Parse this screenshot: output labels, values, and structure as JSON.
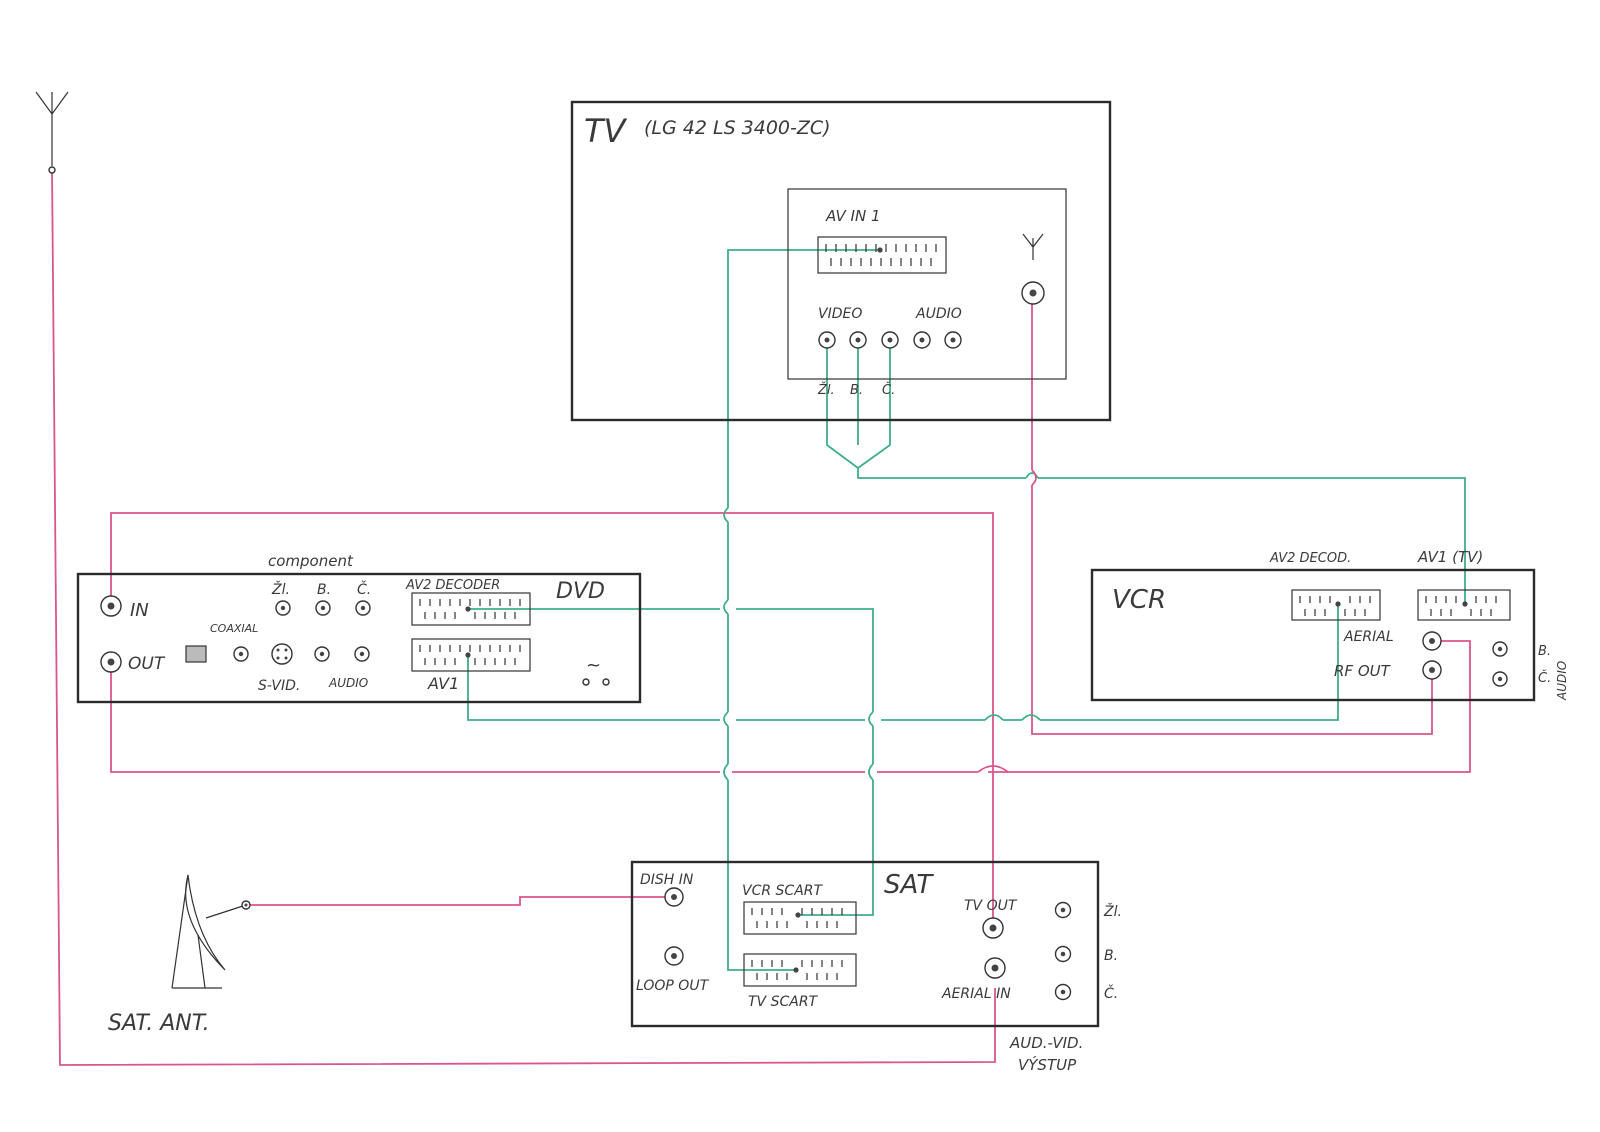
{
  "tv": {
    "title": "TV",
    "model": "(LG 42 LS 3400-ZC)",
    "av_in": "AV IN 1",
    "video": "VIDEO",
    "audio": "AUDIO",
    "zl": "Žl.",
    "b": "B.",
    "c": "Č."
  },
  "dvd": {
    "title": "DVD",
    "in": "IN",
    "out": "OUT",
    "component": "component",
    "zl": "Žl.",
    "b": "B.",
    "c": "Č.",
    "coaxial": "COAXIAL",
    "svid": "S-VID.",
    "audio": "AUDIO",
    "av2": "AV2 DECODER",
    "av1": "AV1",
    "power": "~"
  },
  "vcr": {
    "title": "VCR",
    "av2": "AV2 DECOD.",
    "av1": "AV1 (TV)",
    "aerial": "AERIAL",
    "rf_out": "RF OUT",
    "b": "B.",
    "c": "Č.",
    "audio": "AUDIO"
  },
  "sat": {
    "title": "SAT",
    "dish_in": "DISH IN",
    "loop_out": "LOOP OUT",
    "vcr_scart": "VCR SCART",
    "tv_scart": "TV SCART",
    "tv_out": "TV OUT",
    "aerial_in": "AERIAL IN",
    "zl": "Žl.",
    "b": "B.",
    "c": "Č.",
    "aud_vid": "AUD.-VID.",
    "vystup": "VÝSTUP"
  },
  "antenna": {
    "sat_ant": "SAT. ANT."
  },
  "colors": {
    "rf_cable": "#d9558c",
    "av_cable": "#3fae86",
    "outline": "#2b2b2b"
  }
}
